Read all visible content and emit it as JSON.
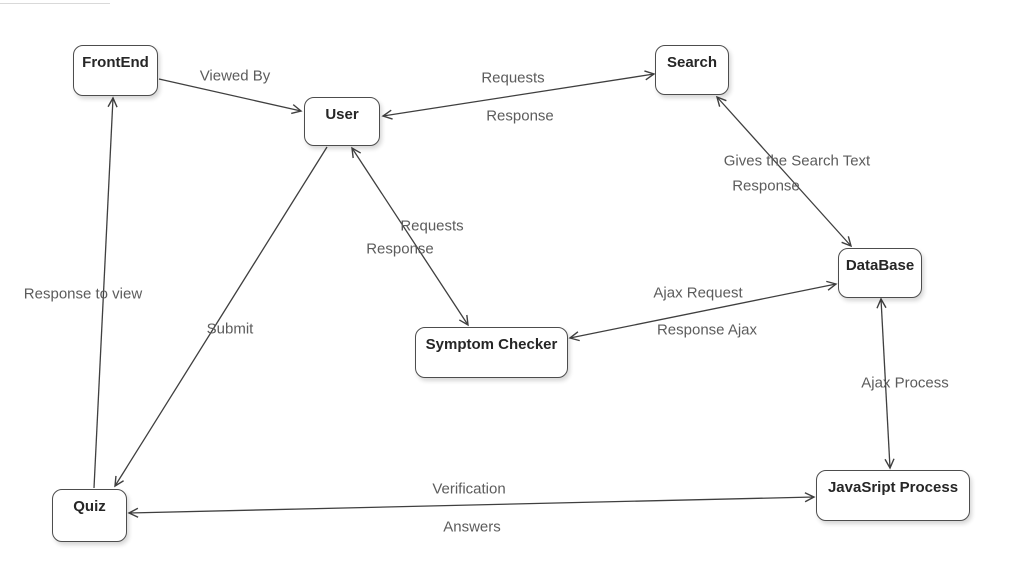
{
  "diagram": {
    "type": "flow-diagram",
    "colors": {
      "background": "#ffffff",
      "line": "#3f3f3f",
      "edge_label_text": "#5c5c5c",
      "node_text": "#262626",
      "node_border": "#4d4d4d",
      "node_fill": "#ffffff"
    },
    "nodes": [
      {
        "id": "frontend",
        "label": "FrontEnd"
      },
      {
        "id": "user",
        "label": "User"
      },
      {
        "id": "search",
        "label": "Search"
      },
      {
        "id": "database",
        "label": "DataBase"
      },
      {
        "id": "symptom-checker",
        "label": "Symptom Checker"
      },
      {
        "id": "quiz",
        "label": "Quiz"
      },
      {
        "id": "javascript-process",
        "label": "JavaSript Process"
      }
    ],
    "edges": [
      {
        "id": "frontend-user",
        "from": "FrontEnd",
        "to": "User",
        "direction": "one-way",
        "labels": [
          "Viewed By"
        ]
      },
      {
        "id": "user-search",
        "from": "User",
        "to": "Search",
        "direction": "two-way",
        "labels": [
          "Requests",
          "Response"
        ]
      },
      {
        "id": "search-database",
        "from": "Search",
        "to": "DataBase",
        "direction": "two-way",
        "labels": [
          "Gives the Search Text",
          "Response"
        ]
      },
      {
        "id": "user-symptom-checker",
        "from": "User",
        "to": "Symptom Checker",
        "direction": "two-way",
        "labels": [
          "Requests",
          "Response"
        ]
      },
      {
        "id": "symptom-checker-database",
        "from": "Symptom Checker",
        "to": "DataBase",
        "direction": "two-way",
        "labels": [
          "Ajax Request",
          "Response Ajax"
        ]
      },
      {
        "id": "database-javascript-process",
        "from": "DataBase",
        "to": "JavaSript Process",
        "direction": "two-way",
        "labels": [
          "Ajax Process"
        ]
      },
      {
        "id": "quiz-javascript-process",
        "from": "Quiz",
        "to": "JavaSript Process",
        "direction": "two-way",
        "labels": [
          "Verification",
          "Answers"
        ]
      },
      {
        "id": "quiz-frontend",
        "from": "Quiz",
        "to": "FrontEnd",
        "direction": "one-way",
        "labels": [
          "Response to view"
        ]
      },
      {
        "id": "user-quiz",
        "from": "User",
        "to": "Quiz",
        "direction": "one-way",
        "labels": [
          "Submit"
        ]
      }
    ]
  }
}
